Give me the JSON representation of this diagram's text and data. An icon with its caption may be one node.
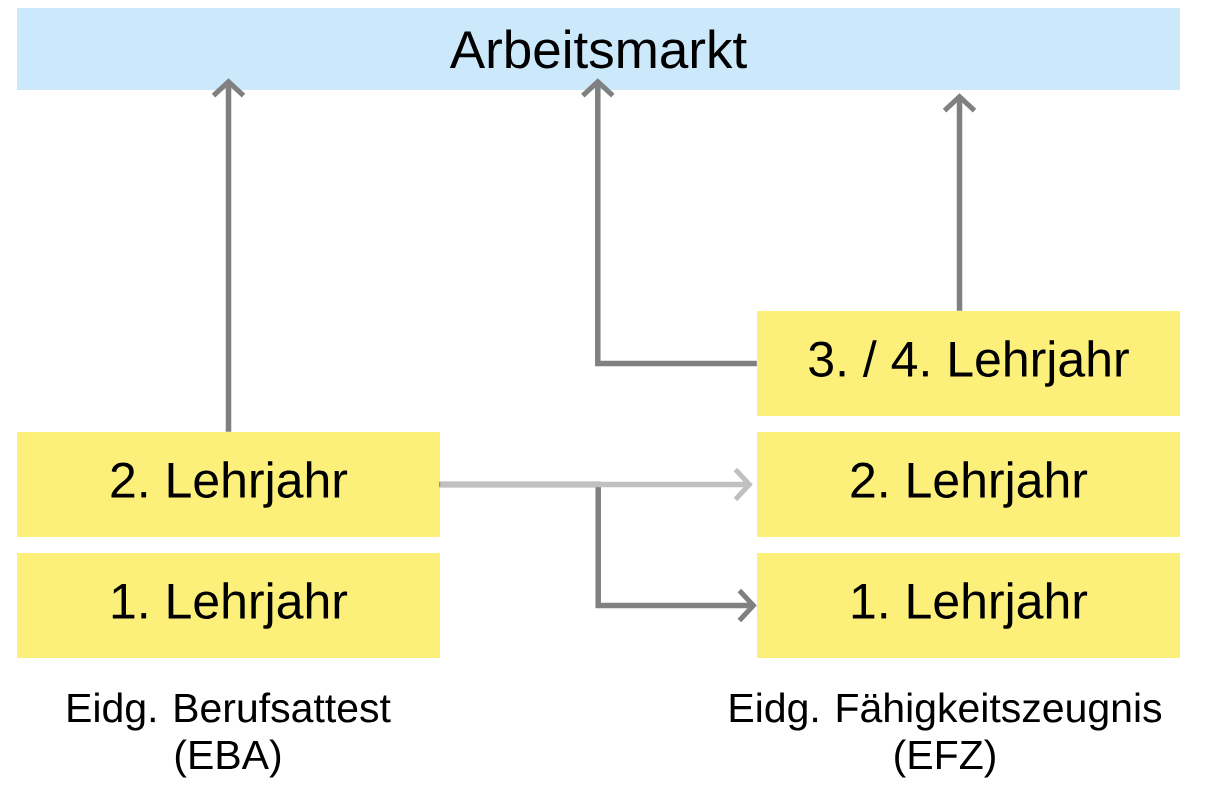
{
  "diagram": {
    "nodes": [
      {
        "text": [
          "Arbeitsmarkt"
        ]
      },
      {
        "text": [
          "2. Lehrjahr"
        ]
      },
      {
        "text": [
          "1. Lehrjahr"
        ]
      },
      {
        "text": [
          "3. / 4. Lehrjahr"
        ]
      },
      {
        "text": [
          "2. Lehrjahr"
        ]
      },
      {
        "text": [
          "1. Lehrjahr"
        ]
      }
    ],
    "edges": [
      {
        "from": 1,
        "to": 0,
        "arrow": "to"
      },
      {
        "from": 3,
        "to": 0,
        "arrow": "to"
      },
      {
        "from": 3,
        "to": 0,
        "arrow": "to"
      },
      {
        "from": 1,
        "to": 5,
        "arrow": "to"
      },
      {
        "from": 1,
        "to": 4,
        "arrow": "to",
        "color": "#c0c0c0"
      }
    ],
    "labels": [
      "Eidg. Berufsattest (EBA)",
      "Eidg. Fähigkeitszeugnis (EFZ)"
    ]
  }
}
